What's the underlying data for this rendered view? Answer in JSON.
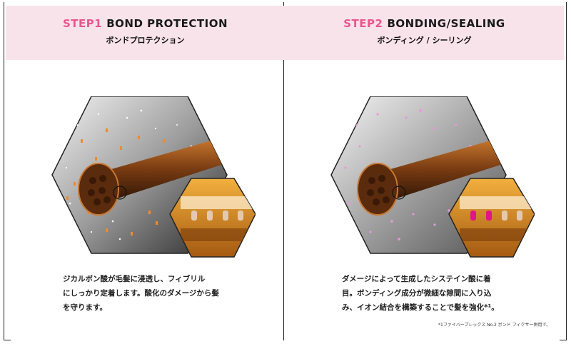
{
  "steps": [
    {
      "label": "STEP1",
      "title": "BOND PROTECTION",
      "subtitle": "ボンドプロテクション",
      "lines": [
        "ジカルボン酸が毛髪に浸透し、フィブリル",
        "にしっかり定着します。酸化のダメージから髪",
        "を守ります。"
      ]
    },
    {
      "label": "STEP2",
      "title": "BONDING/SEALING",
      "subtitle": "ボンディング / シーリング",
      "lines": [
        "ダメージによって生成したシステイン酸に着",
        "目。ボンディング成分が微細な隙間に入り込",
        "み、イオン結合を構築することで髪を強化*¹。"
      ]
    }
  ],
  "footnote": "*1ファイバープレックス No.2 ボンド フィクサー併用で。",
  "colors": {
    "accent": "#e9578d",
    "header_bg": "#f9e3eb",
    "particle_orange": "#f08a2a",
    "particle_pink": "#e79ad6"
  }
}
